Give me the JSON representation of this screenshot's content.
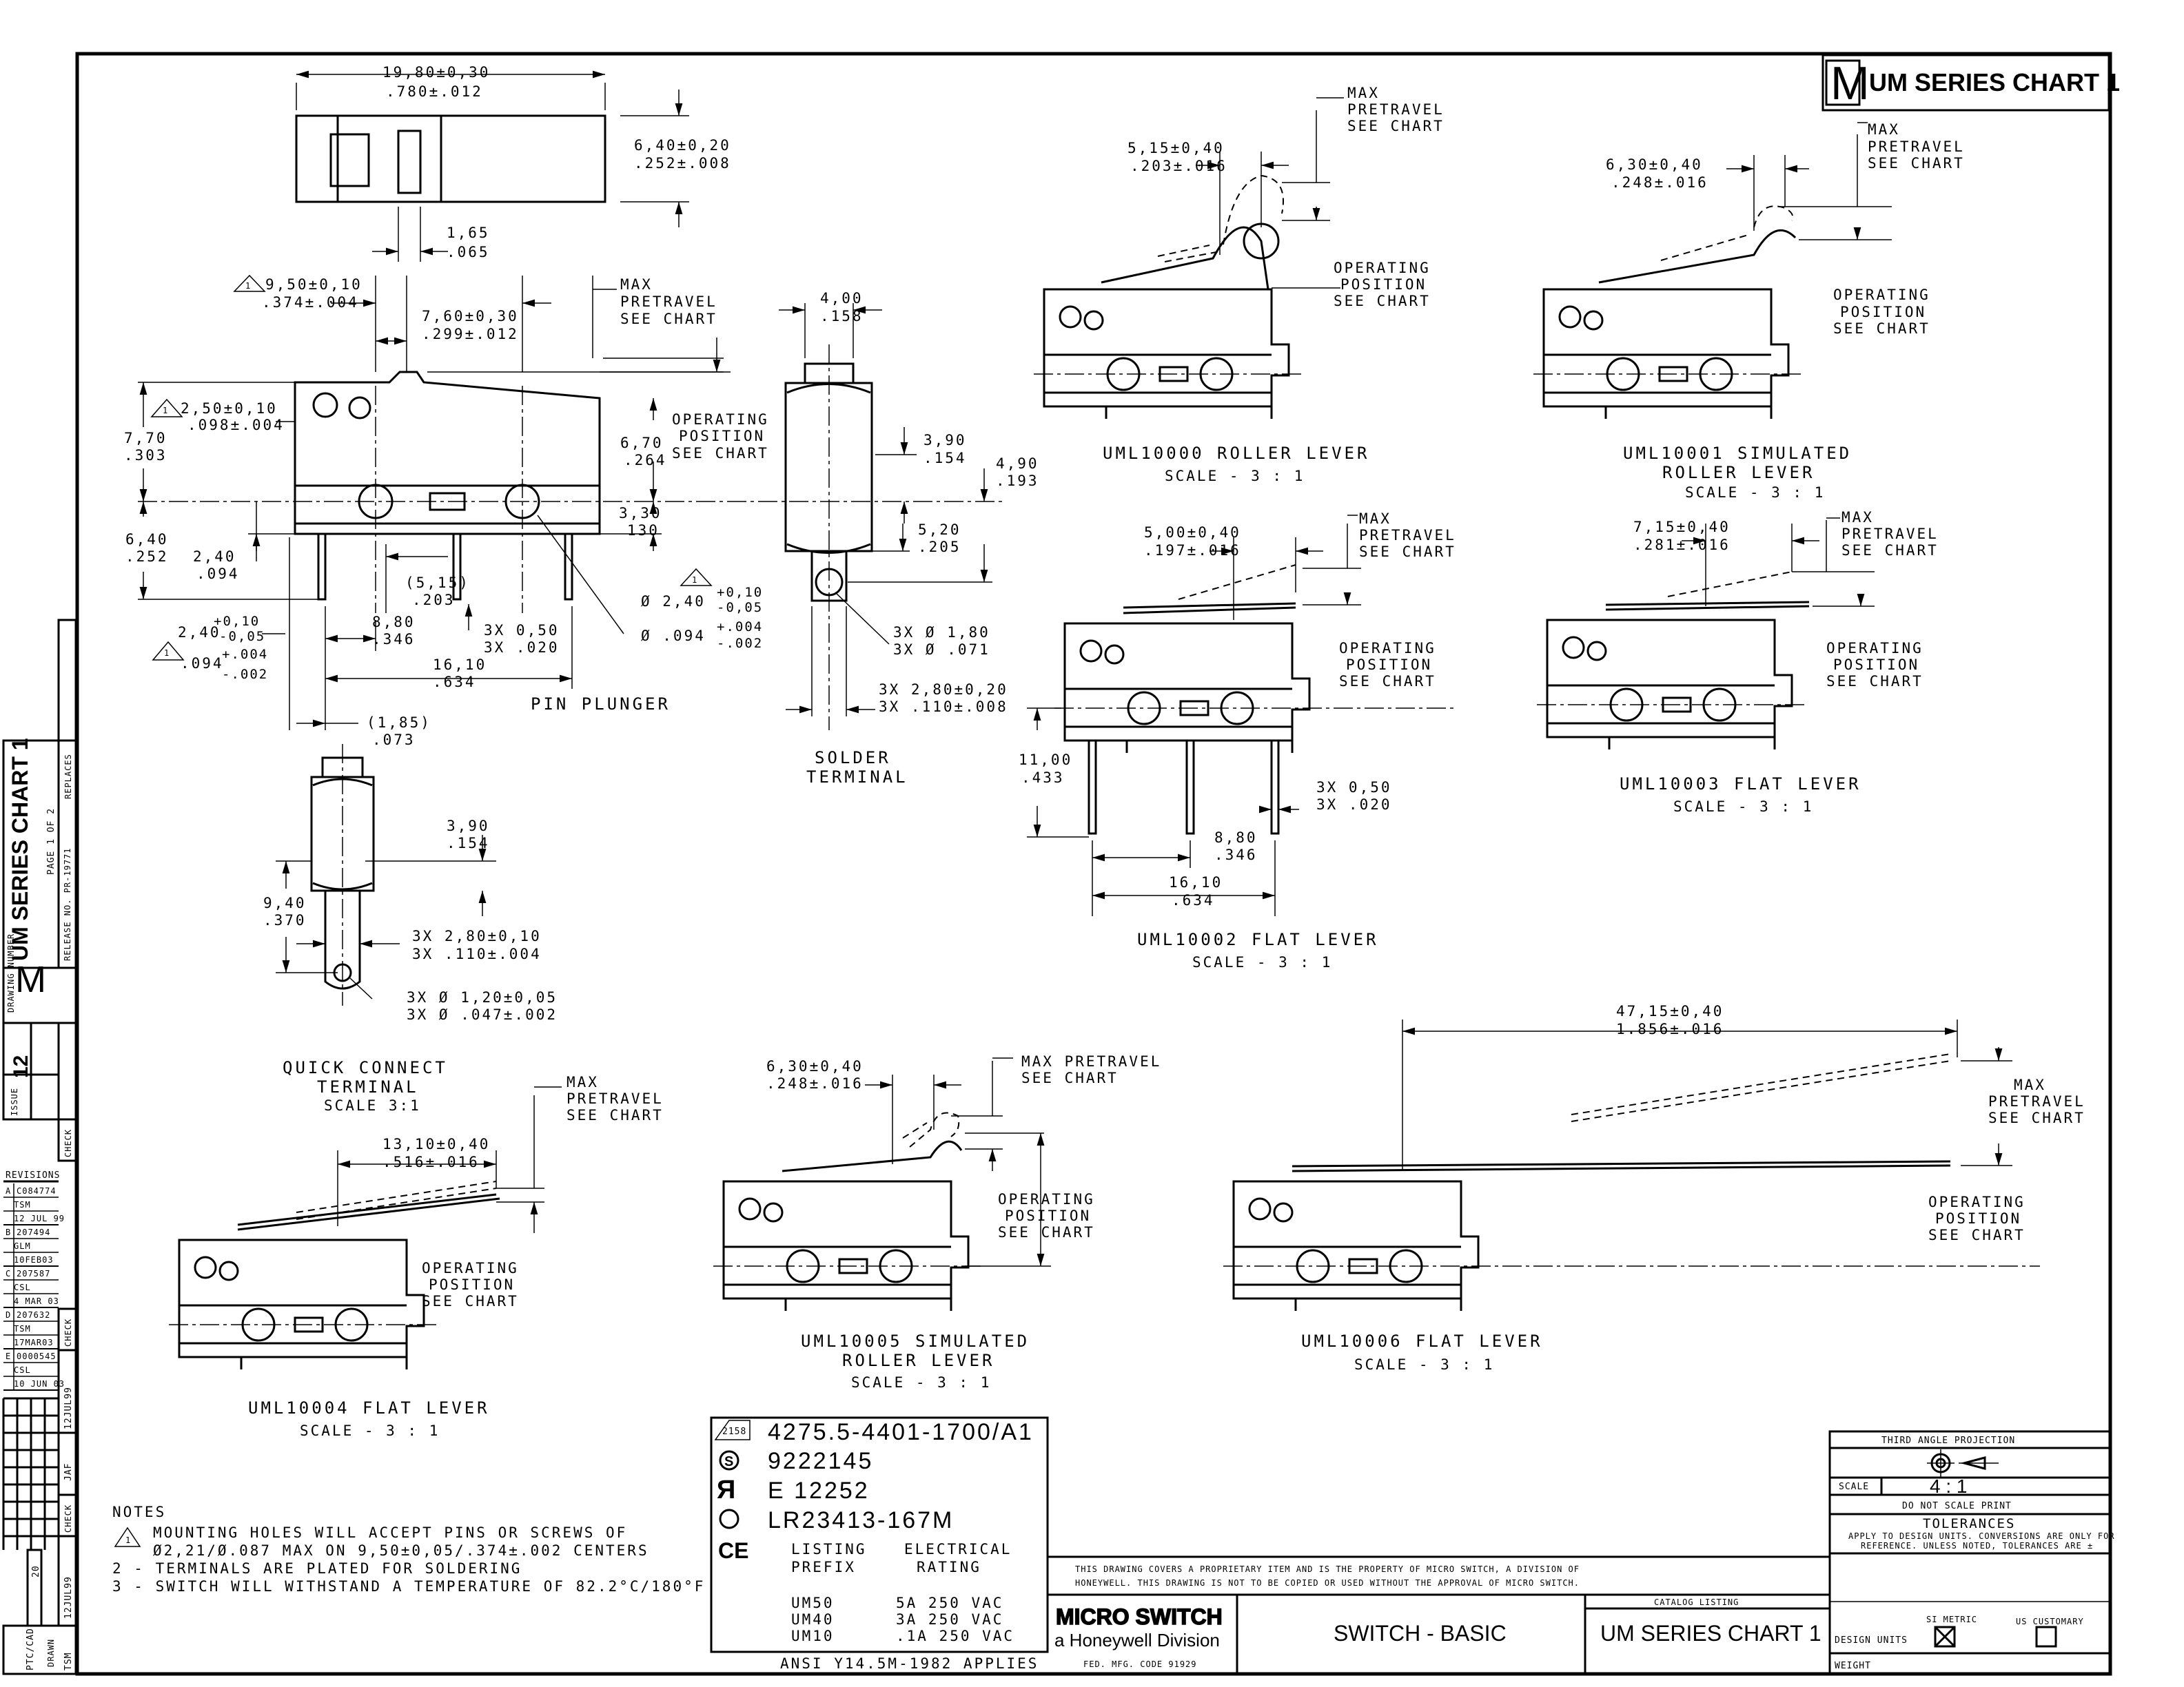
{
  "header": {
    "chart_title": "UM SERIES CHART 1",
    "logo_letter": "M"
  },
  "top_view": {
    "dim_length_mm": "19,80±0,30",
    "dim_length_in": ".780±.012",
    "dim_width_mm": "6,40±0,20",
    "dim_width_in": ".252±.008",
    "dim_small_mm": "1,65",
    "dim_small_in": ".065"
  },
  "pin_plunger": {
    "caption": "PIN PLUNGER",
    "d1_mm": "9,50±0,10",
    "d1_in": ".374±.004",
    "d1_flag": "1",
    "d2_mm": "7,60±0,30",
    "d2_in": ".299±.012",
    "d3_mm": "2,50±0,10",
    "d3_in": ".098±.004",
    "d3_flag": "1",
    "h_mm": "7,70",
    "h_in": ".303",
    "h2_mm": "6,70",
    "h2_in": ".264",
    "h3_mm": "3,30",
    "h3_in": "130",
    "b1_mm": "6,40",
    "b1_in": ".252",
    "b2_mm": "2,40",
    "b2_in": ".094",
    "t1_mm": "2,40",
    "t1_plus": "+0,10",
    "t1_minus": "-0,05",
    "t1_in": ".094",
    "t1_inplus": "+.004",
    "t1_inminus": "-.002",
    "t1_flag": "1",
    "pin_mm": "(5,15)",
    "pin_in": ".203",
    "p1_mm": "8,80",
    "p1_in": ".346",
    "p2_mm": "16,10",
    "p2_in": ".634",
    "p3_mm": "(1,85)",
    "p3_in": ".073",
    "pins_mm": "3X 0,50",
    "pins_in": "3X .020",
    "dia_mm": "Ø 2,40",
    "dia_plus": "+0,10",
    "dia_minus": "-0,05",
    "dia_in": "Ø .094",
    "dia_inplus": "+.004",
    "dia_inminus": "-.002",
    "dia_flag": "1",
    "max_pretravel": [
      "MAX",
      "PRETRAVEL",
      "SEE CHART"
    ],
    "operating": [
      "OPERATING",
      "POSITION",
      "SEE CHART"
    ]
  },
  "solder_terminal": {
    "caption": [
      "SOLDER",
      "TERMINAL"
    ],
    "w_mm": "4,00",
    "w_in": ".158",
    "a_mm": "3,90",
    "a_in": ".154",
    "b_mm": "4,90",
    "b_in": ".193",
    "c_mm": "5,20",
    "c_in": ".205",
    "hole_mm": "3X Ø 1,80",
    "hole_in": "3X Ø .071",
    "tw_mm": "3X 2,80±0,20",
    "tw_in": "3X .110±.008"
  },
  "quick_connect": {
    "caption": [
      "QUICK CONNECT",
      "TERMINAL"
    ],
    "scale": "SCALE 3:1",
    "a_mm": "3,90",
    "a_in": ".154",
    "b_mm": "9,40",
    "b_in": ".370",
    "w_mm": "3X 2,80±0,10",
    "w_in": "3X .110±.004",
    "d_mm": "3X Ø 1,20±0,05",
    "d_in": "3X Ø .047±.002"
  },
  "uml10000": {
    "caption": "UML10000 ROLLER LEVER",
    "scale": "SCALE - 3 : 1",
    "dim_mm": "5,15±0,40",
    "dim_in": ".203±.016"
  },
  "uml10001": {
    "caption": [
      "UML10001 SIMULATED",
      "ROLLER LEVER"
    ],
    "scale": "SCALE - 3 : 1",
    "dim_mm": "6,30±0,40",
    "dim_in": ".248±.016"
  },
  "uml10002": {
    "caption": "UML10002 FLAT LEVER",
    "scale": "SCALE - 3 : 1",
    "dim_mm": "5,00±0,40",
    "dim_in": ".197±.016",
    "h_mm": "11,00",
    "h_in": ".433",
    "pins_mm": "3X 0,50",
    "pins_in": "3X .020",
    "p1_mm": "8,80",
    "p1_in": ".346",
    "p2_mm": "16,10",
    "p2_in": ".634"
  },
  "uml10003": {
    "caption": "UML10003 FLAT LEVER",
    "scale": "SCALE - 3 : 1",
    "dim_mm": "7,15±0,40",
    "dim_in": ".281±.016"
  },
  "uml10004": {
    "caption": "UML10004 FLAT LEVER",
    "scale": "SCALE - 3 : 1",
    "dim_mm": "13,10±0,40",
    "dim_in": ".516±.016"
  },
  "uml10005": {
    "caption": [
      "UML10005 SIMULATED",
      "ROLLER LEVER"
    ],
    "scale": "SCALE - 3 : 1",
    "dim_mm": "6,30±0,40",
    "dim_in": ".248±.016",
    "max_pretravel_1": "MAX PRETRAVEL",
    "max_pretravel_2": "SEE CHART"
  },
  "uml10006": {
    "caption": "UML10006 FLAT LEVER",
    "scale": "SCALE - 3 : 1",
    "dim_mm": "47,15±0,40",
    "dim_in": "1.856±.016"
  },
  "notes": {
    "title": "NOTES",
    "n1": "MOUNTING HOLES WILL ACCEPT PINS OR SCREWS OF",
    "n1b": "Ø2,21/Ø.087 MAX ON 9,50±0,05/.374±.002 CENTERS",
    "n2": "2 - TERMINALS ARE PLATED FOR SOLDERING",
    "n3": "3 - SWITCH WILL WITHSTAND A TEMPERATURE OF 82.2°C/180°F"
  },
  "approvals": {
    "a1": "4275.5-4401-1700/A1",
    "a1_badge": "2158",
    "a2": "9222145",
    "a3": "E 12252",
    "a4": "LR23413-167M",
    "ce": "CE",
    "col1": [
      "LISTING",
      "PREFIX"
    ],
    "col2": [
      "ELECTRICAL",
      "RATING"
    ],
    "rows": [
      [
        "UM50",
        "5A 250 VAC"
      ],
      [
        "UM40",
        "3A 250 VAC"
      ],
      [
        "UM10",
        ".1A 250 VAC"
      ]
    ],
    "ansi": "ANSI Y14.5M-1982 APPLIES"
  },
  "title_block": {
    "proprietary_1": "THIS DRAWING COVERS A PROPRIETARY ITEM AND IS THE PROPERTY OF MICRO SWITCH, A DIVISION OF",
    "proprietary_2": "HONEYWELL. THIS DRAWING IS NOT TO BE COPIED OR USED WITHOUT THE APPROVAL OF MICRO SWITCH.",
    "brand": "MICRO SWITCH",
    "brand_sub": "a Honeywell Division",
    "fed": "FED. MFG. CODE 91929",
    "title": "SWITCH - BASIC",
    "catalog_listing": "CATALOG LISTING",
    "catalog_value": "UM SERIES CHART 1",
    "third_angle": "THIRD ANGLE PROJECTION",
    "scale_label": "SCALE",
    "scale_value": "4 : 1",
    "dnsp": "DO NOT SCALE PRINT",
    "tolerances": "TOLERANCES",
    "tol_note_1": "APPLY TO DESIGN UNITS. CONVERSIONS ARE ONLY FOR",
    "tol_note_2": "REFERENCE. UNLESS NOTED, TOLERANCES ARE ±",
    "design_units": "DESIGN UNITS",
    "si_metric": "SI METRIC",
    "us_customary": "US CUSTOMARY",
    "weight": "WEIGHT"
  },
  "side_strip": {
    "chart": "UM SERIES CHART 1",
    "page": "PAGE 1 OF 2",
    "release": "RELEASE NO. PR-19771",
    "replaces": "REPLACES",
    "drawing_number": "DRAWING NUMBER",
    "issue_label": "ISSUE",
    "issue": "12",
    "revisions": "REVISIONS",
    "check": "CHECK",
    "date1": "12JUL99",
    "jaf": "JAF",
    "date2": "12JUL99",
    "issue20": "20",
    "ptc": "PTC/CAD",
    "drawn": "DRAWN",
    "tsm": "TSM",
    "rev_rows": [
      [
        "A",
        "C084774"
      ],
      [
        "",
        "TSM"
      ],
      [
        "",
        "12 JUL 99"
      ],
      [
        "B",
        "207494"
      ],
      [
        "",
        "GLM"
      ],
      [
        "",
        "10FEB03"
      ],
      [
        "C",
        "207587"
      ],
      [
        "",
        "CSL"
      ],
      [
        "",
        "4 MAR 03"
      ],
      [
        "D",
        "207632"
      ],
      [
        "",
        "TSM"
      ],
      [
        "",
        "17MAR03"
      ],
      [
        "E",
        "0000545"
      ],
      [
        "",
        "CSL"
      ],
      [
        "",
        "10 JUN 03"
      ]
    ]
  }
}
